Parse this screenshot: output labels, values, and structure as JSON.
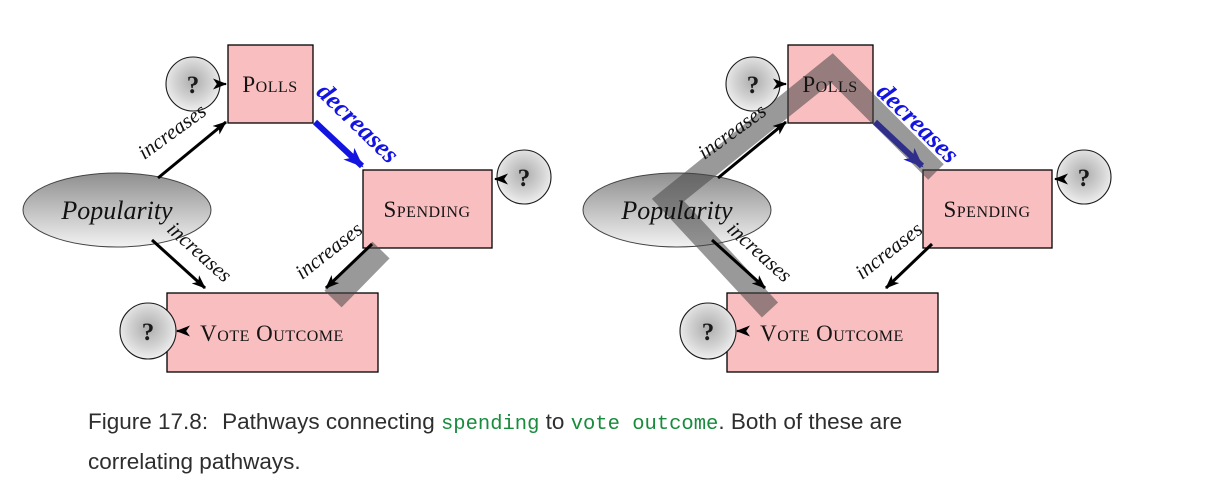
{
  "figure": {
    "nodes": {
      "popularity": "Popularity",
      "polls": "Polls",
      "spending": "Spending",
      "vote_outcome": "Vote Outcome",
      "unknown_mark": "?"
    },
    "edge_labels": {
      "increases": "increases",
      "decreases": "decreases"
    },
    "colors": {
      "node_fill": "#f9bec0",
      "highlight_band": "rgba(70,70,70,0.55)",
      "decrease_blue": "#1414e0",
      "code_green": "#188c3c"
    }
  },
  "caption": {
    "label": "Figure 17.8:",
    "text_1": "Pathways connecting",
    "code_1": "spending",
    "text_2": "to",
    "code_2": "vote outcome",
    "text_3": ". Both of these are",
    "line_2": "correlating pathways."
  }
}
